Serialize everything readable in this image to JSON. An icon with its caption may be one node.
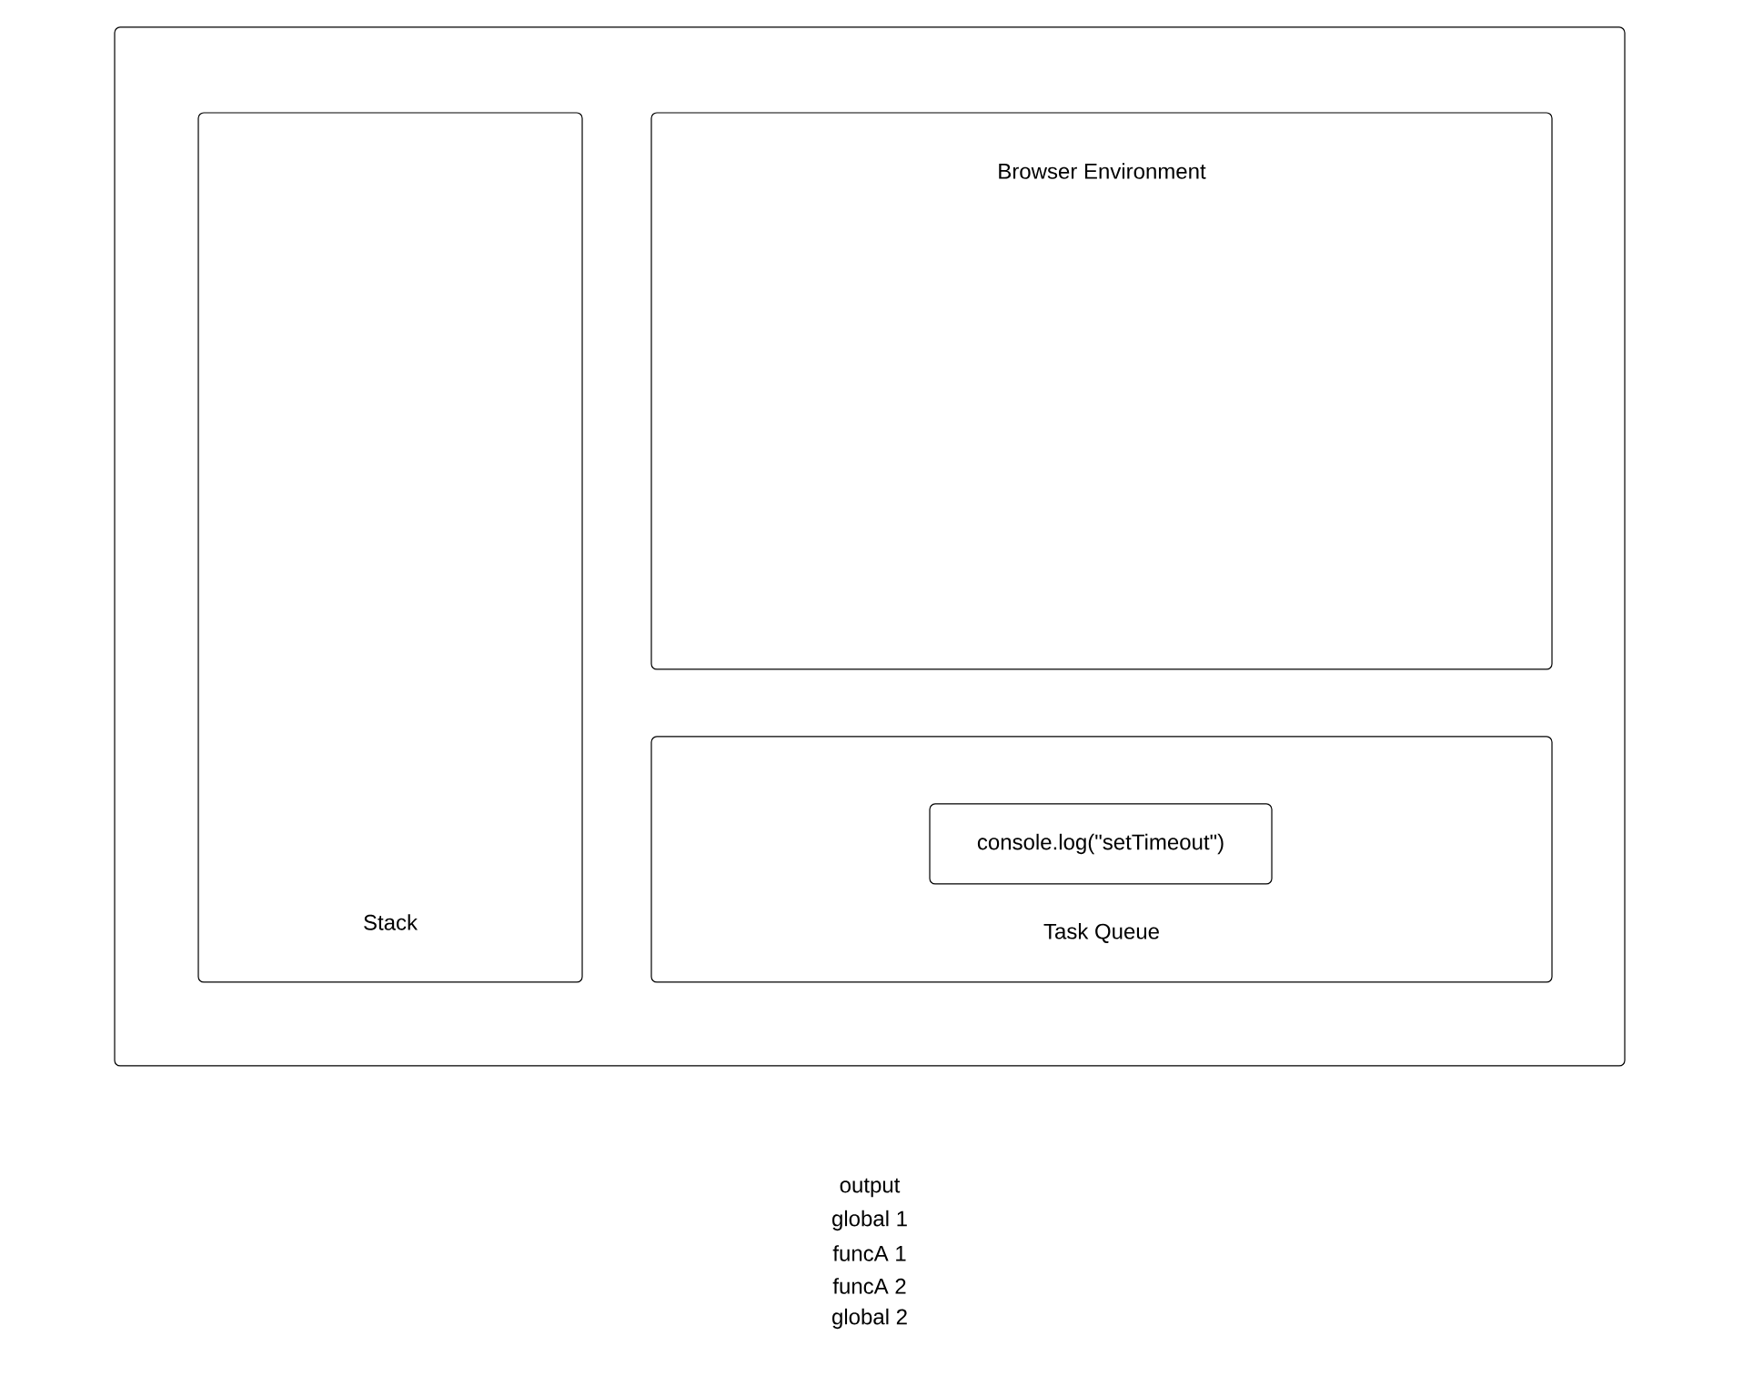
{
  "diagram": {
    "nodes": [
      {
        "text": [],
        "shape": "box"
      },
      {
        "text": [
          "Stack"
        ],
        "in": 0
      },
      {
        "text": [
          "Browser Environment"
        ],
        "in": 0
      },
      {
        "text": [
          "Task Queue"
        ],
        "in": 0
      },
      {
        "text": [
          "console.log(\"setTimeout\")"
        ],
        "in": 3
      }
    ],
    "labels": [
      "output",
      "global 1",
      "funcA 1",
      "funcA 2",
      "global 2"
    ]
  }
}
